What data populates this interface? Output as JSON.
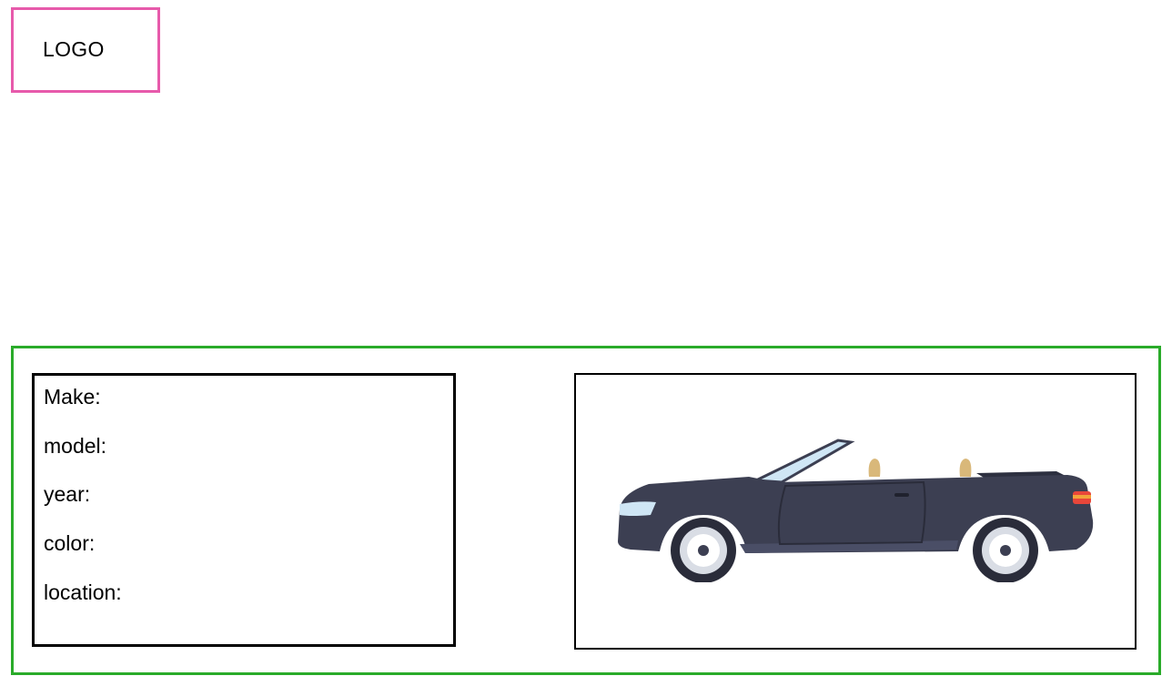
{
  "header": {
    "logo_text": "LOGO"
  },
  "details": {
    "make_label": "Make:",
    "model_label": "model:",
    "year_label": "year:",
    "color_label": "color:",
    "location_label": "location:"
  },
  "image": {
    "alt": "convertible car",
    "car_icon": "convertible-car-illustration"
  },
  "colors": {
    "logo_border": "#e75aab",
    "panel_border": "#2aab2a",
    "car_body": "#3c3f52"
  }
}
